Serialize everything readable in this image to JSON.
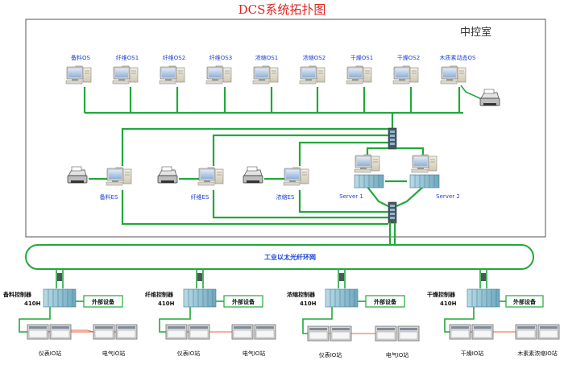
{
  "title": "DCS系统拓扑图",
  "control_room_label": "中控室",
  "operator_stations": [
    "备料OS",
    "纤维OS1",
    "纤维OS2",
    "纤维OS3",
    "浓缩OS1",
    "浓缩OS2",
    "干燥OS1",
    "干燥OS2",
    "木质素动态OS"
  ],
  "engineer_stations": [
    "备料ES",
    "纤维ES",
    "浓缩ES"
  ],
  "servers": [
    "Server 1",
    "Server 2"
  ],
  "network_label": "工业以太光纤环网",
  "field_units": [
    {
      "controller": "备料控制器",
      "model": "410H",
      "peripheral": "外部设备",
      "io_left": "仪表IO站",
      "io_right": "电气IO站"
    },
    {
      "controller": "纤维控制器",
      "model": "410H",
      "peripheral": "外部设备",
      "io_left": "仪表IO站",
      "io_right": "电气IO站"
    },
    {
      "controller": "浓缩控制器",
      "model": "410H",
      "peripheral": "外部设备",
      "io_left": "仪表IO站",
      "io_right": "电气IO站"
    },
    {
      "controller": "干燥控制器",
      "model": "410H",
      "peripheral": "外部设备",
      "io_left": "干燥IO站",
      "io_right": "木素素浓缩IO站"
    }
  ],
  "colors": {
    "title": "#e0231e",
    "label": "#1a3fd6",
    "link": "#22a83a",
    "io_link": "#e8603a"
  }
}
